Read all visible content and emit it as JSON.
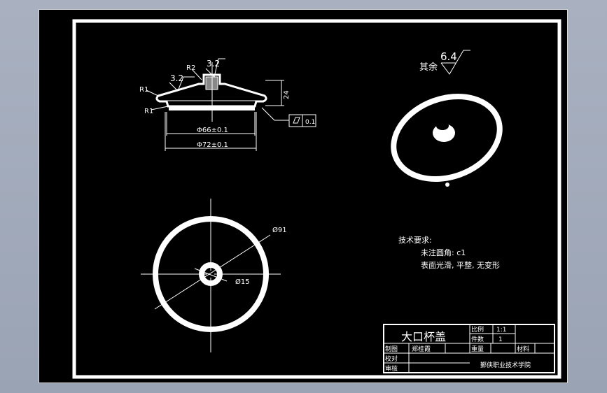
{
  "drawing": {
    "title": "大口杯盖",
    "dimensions": {
      "r_top": "R1",
      "r_bottom": "R1",
      "r_center": "R2",
      "rough_left": "3.2",
      "rough_right": "3.2",
      "height": "24",
      "inner_dia": "Φ66±0.1",
      "outer_dia": "Φ72±0.1",
      "flatness_value": "0.1",
      "plan_outer": "Ø91",
      "plan_inner": "Ø15"
    },
    "roughness_rest_label": "其余",
    "roughness_rest_value": "6.4",
    "notes": {
      "heading": "技术要求:",
      "line1": "未注圆角: c1",
      "line2": "表面光滑, 平整, 无变形"
    }
  },
  "title_block": {
    "part_name": "大口杯盖",
    "scale_label": "比例",
    "scale_value": "1:1",
    "qty_label": "件数",
    "qty_value": "1",
    "drawn_label": "制图",
    "drawn_name": "郑桂霞",
    "checked_label": "校对",
    "reviewed_label": "审核",
    "weight_label": "重量",
    "material_label": "材料",
    "school": "鄞侠职业技术学院"
  }
}
